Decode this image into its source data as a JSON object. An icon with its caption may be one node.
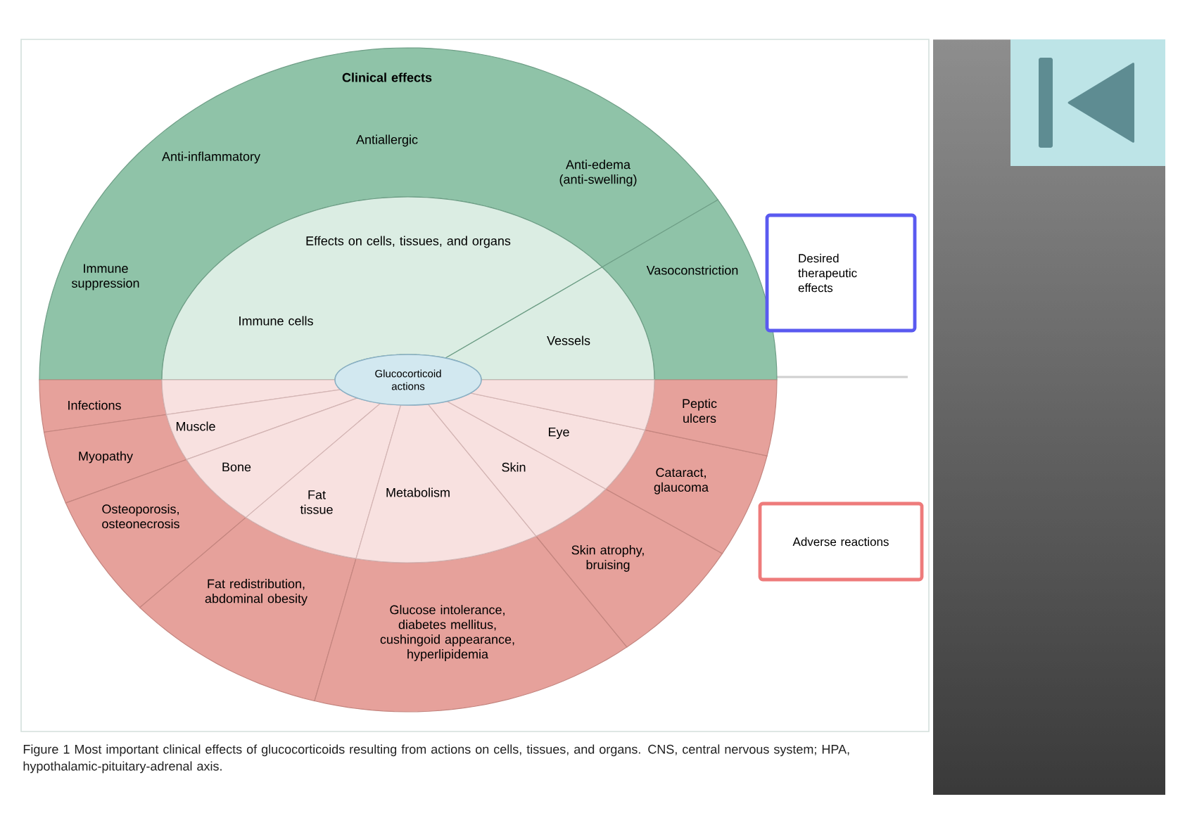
{
  "diagram": {
    "caption": "Figure 1 Most important clinical effects of glucocorticoids resulting from actions on cells, tissues, and organs. CNS, central nervous system; HPA, hypothalamic-pituitary-adrenal axis.",
    "nodes": [
      {
        "text": [
          "Clinical effects",
          "Anti-inflammatory",
          "Antiallergic",
          "Anti-edema (anti-swelling)",
          "Immune suppression"
        ]
      },
      {
        "text": [
          "Vasoconstriction"
        ]
      },
      {
        "text": [
          "Effects on cells, tissues, and organs",
          "Immune cells"
        ]
      },
      {
        "text": [
          "Vessels"
        ]
      },
      {
        "text": [
          "Glucocorticoid actions"
        ]
      },
      {
        "text": [],
        "shape": "wedge"
      },
      {
        "text": [
          "Muscle"
        ]
      },
      {
        "text": [
          "Bone"
        ]
      },
      {
        "text": [
          "Fat tissue"
        ]
      },
      {
        "text": [
          "Metabolism"
        ]
      },
      {
        "text": [
          "Skin"
        ]
      },
      {
        "text": [
          "Eye"
        ]
      },
      {
        "text": [],
        "shape": "wedge"
      },
      {
        "text": [
          "Infections"
        ]
      },
      {
        "text": [
          "Myopathy"
        ]
      },
      {
        "text": [
          "Osteoporosis, osteonecrosis"
        ]
      },
      {
        "text": [
          "Fat redistribution, abdominal obesity"
        ]
      },
      {
        "text": [
          "Glucose intolerance, diabetes mellitus, cushingoid appearance, hyperlipidemia"
        ]
      },
      {
        "text": [
          "Skin atrophy, bruising"
        ]
      },
      {
        "text": [
          "Cataract, glaucoma"
        ]
      },
      {
        "text": [
          "Peptic ulcers"
        ]
      },
      {
        "text": [
          "Desired therapeutic effects"
        ]
      },
      {
        "text": [
          "Adverse reactions"
        ]
      }
    ]
  }
}
